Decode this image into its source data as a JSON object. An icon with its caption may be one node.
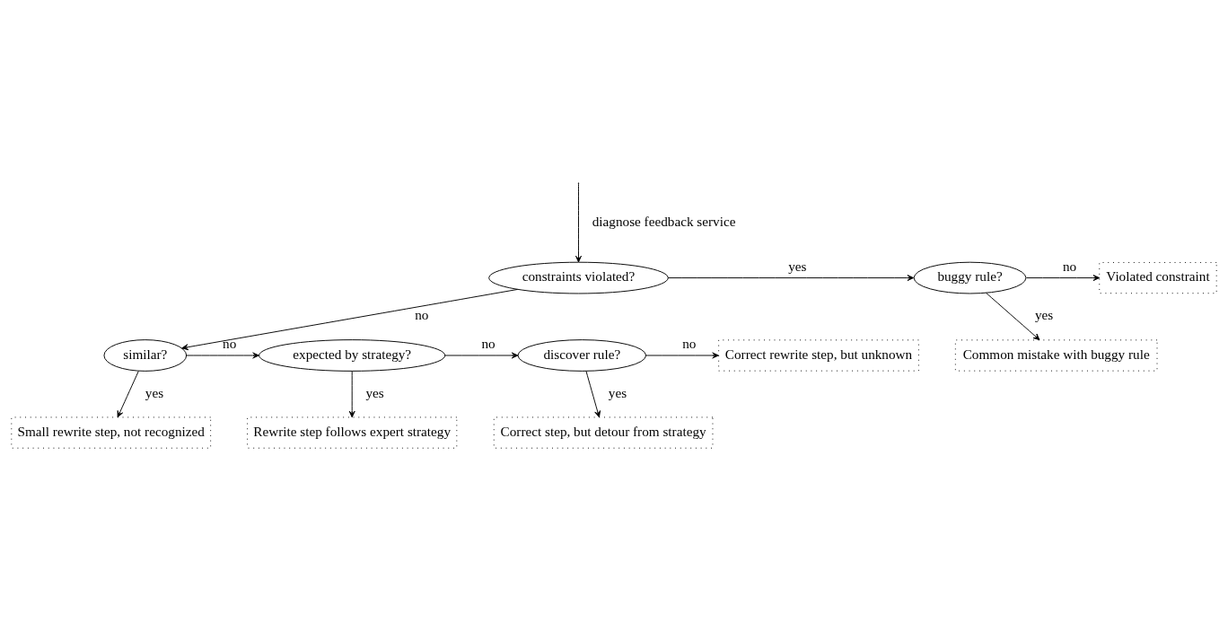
{
  "diagram": {
    "nodes": [
      {
        "text": [
          "constraints violated?"
        ]
      },
      {
        "text": [
          "buggy rule?"
        ]
      },
      {
        "text": [
          "Violated constraint"
        ]
      },
      {
        "text": [
          "Common mistake with buggy rule"
        ]
      },
      {
        "text": [
          "similar?"
        ]
      },
      {
        "text": [
          "expected by strategy?"
        ]
      },
      {
        "text": [
          "discover rule?"
        ]
      },
      {
        "text": [
          "Correct rewrite step, but unknown"
        ]
      },
      {
        "text": [
          "Correct step, but detour from strategy"
        ]
      },
      {
        "text": [
          "Small rewrite step, not recognized"
        ]
      },
      {
        "text": [
          "Rewrite step follows expert strategy"
        ]
      }
    ],
    "edges": [
      {
        "from": null,
        "to": 0,
        "arrow": "to",
        "label": "diagnose feedback service"
      },
      {
        "from": 0,
        "to": 1,
        "arrow": "to",
        "label": "yes"
      },
      {
        "from": 1,
        "to": 2,
        "arrow": "to",
        "label": "no"
      },
      {
        "from": 1,
        "to": 3,
        "arrow": "to",
        "label": "yes"
      },
      {
        "from": 0,
        "to": 4,
        "arrow": "to",
        "label": "no"
      },
      {
        "from": 4,
        "to": 5,
        "arrow": "to",
        "label": "no"
      },
      {
        "from": 5,
        "to": 6,
        "arrow": "to",
        "label": "no"
      },
      {
        "from": 6,
        "to": 7,
        "arrow": "to",
        "label": "no"
      },
      {
        "from": 6,
        "to": 8,
        "arrow": "to",
        "label": "yes"
      },
      {
        "from": 4,
        "to": 9,
        "arrow": "to",
        "label": "yes"
      },
      {
        "from": 5,
        "to": 10,
        "arrow": "to",
        "label": "yes"
      }
    ]
  }
}
